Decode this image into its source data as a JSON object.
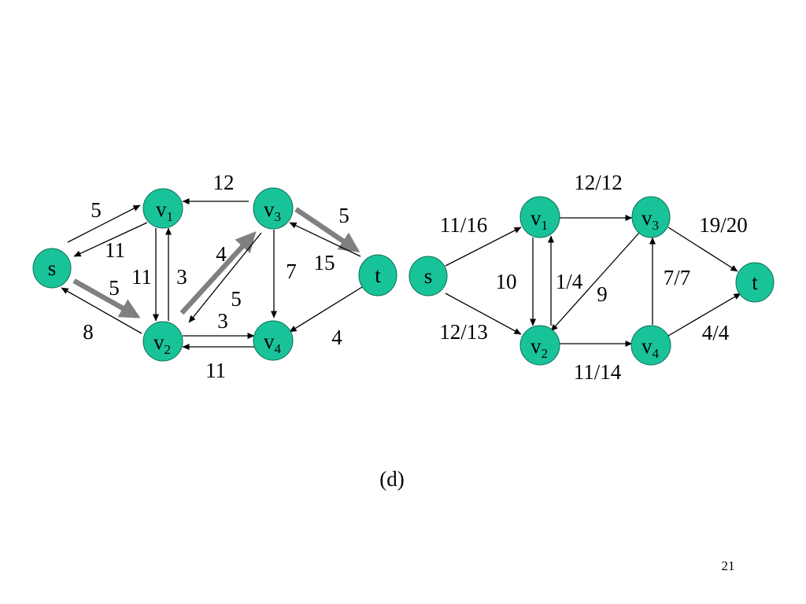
{
  "colors": {
    "node": "#19c39a",
    "highlight": "#808080"
  },
  "left_graph": {
    "nodes": {
      "s": {
        "base": "s",
        "sub": ""
      },
      "v1": {
        "base": "v",
        "sub": "1"
      },
      "v2": {
        "base": "v",
        "sub": "2"
      },
      "v3": {
        "base": "v",
        "sub": "3"
      },
      "v4": {
        "base": "v",
        "sub": "4"
      },
      "t": {
        "base": "t",
        "sub": ""
      }
    },
    "edges": [
      {
        "from": "s",
        "to": "v1",
        "label": "5"
      },
      {
        "from": "v1",
        "to": "s",
        "label": "11"
      },
      {
        "from": "v2",
        "to": "s",
        "label": "8"
      },
      {
        "from": "s",
        "to": "v2",
        "label": "5",
        "augmenting_path": true
      },
      {
        "from": "v3",
        "to": "v1",
        "label": "12"
      },
      {
        "from": "v1",
        "to": "v2",
        "label": "11"
      },
      {
        "from": "v2",
        "to": "v1",
        "label": "3"
      },
      {
        "from": "v2",
        "to": "v3",
        "label": "4",
        "augmenting_path": true
      },
      {
        "from": "v3",
        "to": "v2",
        "label": "5"
      },
      {
        "from": "v3",
        "to": "t",
        "label": "5",
        "augmenting_path": true
      },
      {
        "from": "t",
        "to": "v3",
        "label": "15"
      },
      {
        "from": "v3",
        "to": "v4",
        "label": "7"
      },
      {
        "from": "v2",
        "to": "v4",
        "label": "3"
      },
      {
        "from": "v4",
        "to": "v2",
        "label": "11"
      },
      {
        "from": "t",
        "to": "v4",
        "label": "4"
      }
    ]
  },
  "right_graph": {
    "nodes": {
      "s": {
        "base": "s",
        "sub": ""
      },
      "v1": {
        "base": "v",
        "sub": "1"
      },
      "v2": {
        "base": "v",
        "sub": "2"
      },
      "v3": {
        "base": "v",
        "sub": "3"
      },
      "v4": {
        "base": "v",
        "sub": "4"
      },
      "t": {
        "base": "t",
        "sub": ""
      }
    },
    "edges": [
      {
        "from": "s",
        "to": "v1",
        "label": "11/16"
      },
      {
        "from": "s",
        "to": "v2",
        "label": "12/13"
      },
      {
        "from": "v1",
        "to": "v3",
        "label": "12/12"
      },
      {
        "from": "v1",
        "to": "v2",
        "label": "10"
      },
      {
        "from": "v2",
        "to": "v1",
        "label": "1/4"
      },
      {
        "from": "v3",
        "to": "v2",
        "label": "9"
      },
      {
        "from": "v2",
        "to": "v4",
        "label": "11/14"
      },
      {
        "from": "v4",
        "to": "v3",
        "label": "7/7"
      },
      {
        "from": "v3",
        "to": "t",
        "label": "19/20"
      },
      {
        "from": "v4",
        "to": "t",
        "label": "4/4"
      }
    ]
  },
  "caption": "(d)",
  "page_number": "21"
}
